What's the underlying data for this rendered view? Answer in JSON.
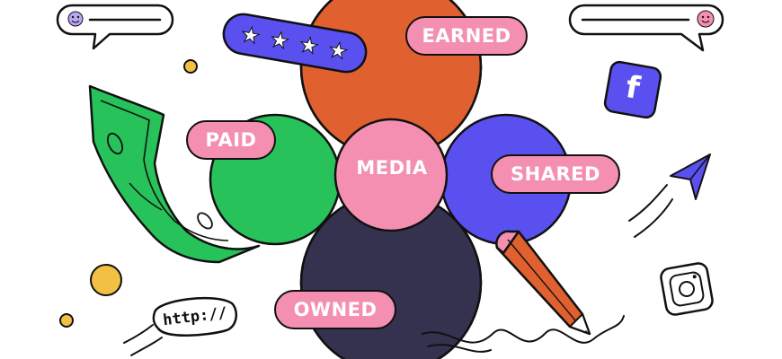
{
  "diagram": {
    "labels": {
      "earned": "EARNED",
      "paid": "PAID",
      "media": "MEDIA",
      "shared": "SHARED",
      "owned": "OWNED"
    },
    "rating": {
      "stars": 4,
      "of": 4
    },
    "url_badge": "http://",
    "icons": {
      "facebook": "facebook-icon",
      "instagram": "instagram-icon",
      "paper_plane": "paper-plane-icon",
      "pencil": "pencil-icon",
      "banknote": "banknote-icon"
    },
    "colors": {
      "earned": "#e0602f",
      "paid": "#27c25a",
      "shared": "#5a50f0",
      "owned": "#35324f",
      "media": "#f48fb1",
      "pill": "#f48fb1",
      "accent_purple": "#5a50f0",
      "coin": "#f2c043"
    }
  }
}
